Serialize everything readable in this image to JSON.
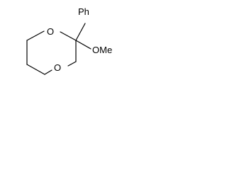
{
  "structure": {
    "atoms": {
      "o_top": "O",
      "o_bottom": "O",
      "phenyl": "Ph",
      "methoxy": "OMe"
    }
  }
}
